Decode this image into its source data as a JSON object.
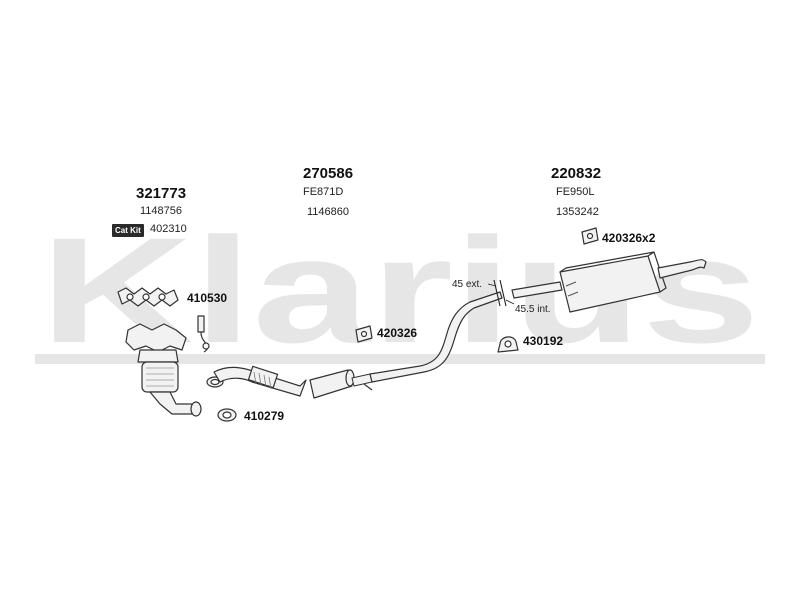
{
  "watermark": {
    "text": "Klarius",
    "color": "#e6e6e6"
  },
  "groups": [
    {
      "part": "321773",
      "oem": "1148756"
    },
    {
      "part": "270586",
      "code": "FE871D",
      "oem": "1146860"
    },
    {
      "part": "220832",
      "code": "FE950L",
      "oem": "1353242"
    }
  ],
  "catkit": {
    "badge": "Cat Kit",
    "number": "402310"
  },
  "callouts": {
    "manifold_gasket": "410530",
    "flange_gasket": "410279",
    "rubber_mount_mid": "420326",
    "rubber_mount_rear": "420326x2",
    "clamp": "430192"
  },
  "dimensions": {
    "external": "45 ext.",
    "internal": "45.5 int."
  },
  "colors": {
    "pipe_fill": "#f2f2f2",
    "pipe_stroke": "#333333",
    "text": "#111111"
  }
}
